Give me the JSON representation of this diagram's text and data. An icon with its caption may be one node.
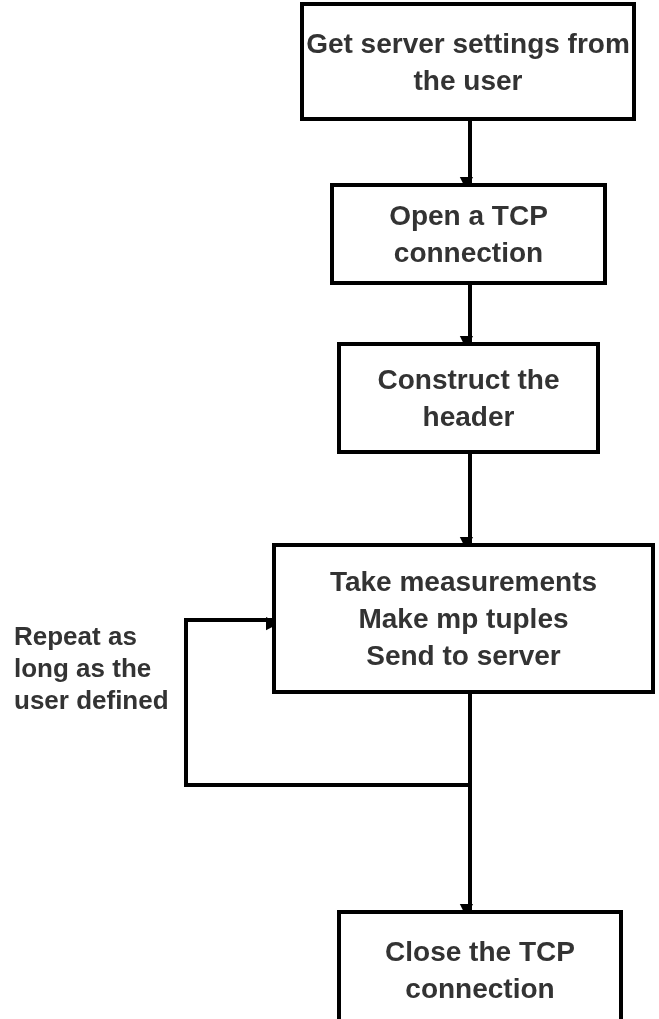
{
  "diagram": {
    "nodes": [
      {
        "text": [
          "Get server settings from the user"
        ]
      },
      {
        "text": [
          "Open a TCP connection"
        ]
      },
      {
        "text": [
          "Construct the header"
        ]
      },
      {
        "text": [
          "Take measurements",
          "Make mp tuples",
          "Send to server"
        ]
      },
      {
        "text": [
          "Close the TCP connection"
        ]
      }
    ],
    "edges": [
      {
        "from": 0,
        "to": 1,
        "arrow": "to"
      },
      {
        "from": 1,
        "to": 2,
        "arrow": "to"
      },
      {
        "from": 2,
        "to": 3,
        "arrow": "to"
      },
      {
        "from": 3,
        "to": 3,
        "arrow": "to"
      },
      {
        "from": 3,
        "to": 4,
        "arrow": "to"
      }
    ],
    "labels": [
      "Repeat as long as the user defined"
    ]
  }
}
